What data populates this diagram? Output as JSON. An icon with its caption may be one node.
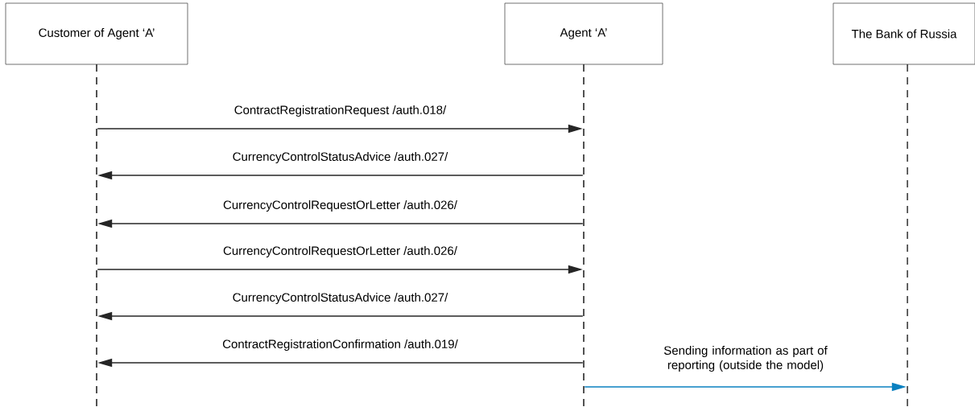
{
  "diagram": {
    "nodes": [
      {
        "text": [
          "Customer of Agent ‘A’"
        ]
      },
      {
        "text": [
          "Agent ‘A’"
        ]
      },
      {
        "text": [
          "The Bank of Russia"
        ]
      },
      {
        "text": [],
        "shape": "line"
      },
      {
        "text": [],
        "shape": "line"
      },
      {
        "text": [],
        "shape": "line"
      }
    ],
    "edges": [
      {
        "from": 3,
        "to": 4,
        "arrow": "to",
        "label": "ContractRegistrationRequest /auth.018/"
      },
      {
        "from": 4,
        "to": 3,
        "arrow": "to",
        "label": "CurrencyControlStatusAdvice /auth.027/"
      },
      {
        "from": 4,
        "to": 3,
        "arrow": "to",
        "label": "CurrencyControlRequestOrLetter /auth.026/"
      },
      {
        "from": 3,
        "to": 4,
        "arrow": "to",
        "label": "CurrencyControlRequestOrLetter /auth.026/"
      },
      {
        "from": 4,
        "to": 3,
        "arrow": "to",
        "label": "CurrencyControlStatusAdvice /auth.027/"
      },
      {
        "from": 4,
        "to": 3,
        "arrow": "to",
        "label": "ContractRegistrationConfirmation /auth.019/"
      },
      {
        "from": 4,
        "to": 5,
        "arrow": "to",
        "label": "Sending information as part of reporting (outside the model)",
        "color": "#0a80c0"
      }
    ]
  }
}
